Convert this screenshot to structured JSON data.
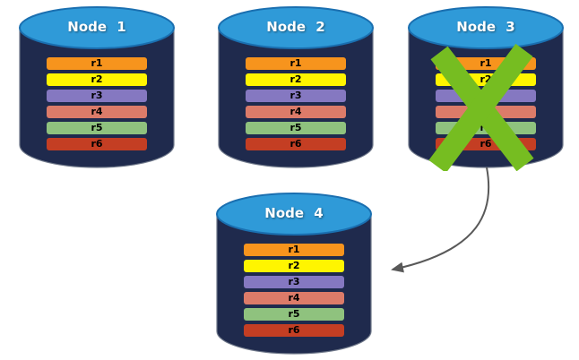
{
  "palette": {
    "background": "#FFFFFF",
    "cylinder_body": "#1F2A4D",
    "cylinder_outline": "#6E7789",
    "cylinder_top": "#2F9AD8",
    "cylinder_top_rim": "#1A6FB0",
    "x_mark": "#76BD21",
    "arrow": "#595959"
  },
  "nodes": [
    {
      "label": "Node 1",
      "status": "active",
      "rows": [
        {
          "label": "r1",
          "color": "#F7941D"
        },
        {
          "label": "r2",
          "color": "#FFF500"
        },
        {
          "label": "r3",
          "color": "#8578C1"
        },
        {
          "label": "r4",
          "color": "#DC7B69"
        },
        {
          "label": "r5",
          "color": "#8FC27E"
        },
        {
          "label": "r6",
          "color": "#C43E23"
        }
      ]
    },
    {
      "label": "Node 2",
      "status": "active",
      "rows": [
        {
          "label": "r1",
          "color": "#F7941D"
        },
        {
          "label": "r2",
          "color": "#FFF500"
        },
        {
          "label": "r3",
          "color": "#8578C1"
        },
        {
          "label": "r4",
          "color": "#DC7B69"
        },
        {
          "label": "r5",
          "color": "#8FC27E"
        },
        {
          "label": "r6",
          "color": "#C43E23"
        }
      ]
    },
    {
      "label": "Node 3",
      "status": "failed",
      "rows": [
        {
          "label": "r1",
          "color": "#F7941D"
        },
        {
          "label": "r2",
          "color": "#FFF500"
        },
        {
          "label": "r3",
          "color": "#8578C1"
        },
        {
          "label": "r4",
          "color": "#DC7B69"
        },
        {
          "label": "r5",
          "color": "#8FC27E"
        },
        {
          "label": "r6",
          "color": "#C43E23"
        }
      ]
    },
    {
      "label": "Node 4",
      "status": "active",
      "rows": [
        {
          "label": "r1",
          "color": "#F7941D"
        },
        {
          "label": "r2",
          "color": "#FFF500"
        },
        {
          "label": "r3",
          "color": "#8578C1"
        },
        {
          "label": "r4",
          "color": "#DC7B69"
        },
        {
          "label": "r5",
          "color": "#8FC27E"
        },
        {
          "label": "r6",
          "color": "#C43E23"
        }
      ]
    }
  ],
  "arrow": {
    "from": "Node 3",
    "to": "Node 4"
  }
}
